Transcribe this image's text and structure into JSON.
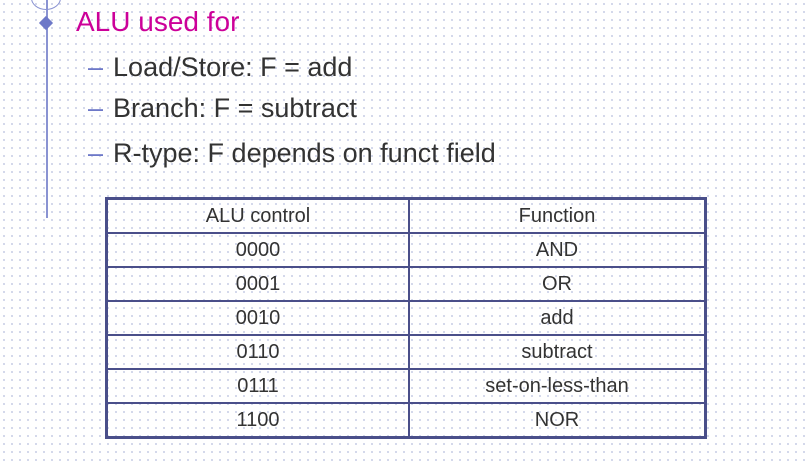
{
  "heading": "ALU used for",
  "bullets": [
    {
      "dash": "–",
      "text": "Load/Store: F = add"
    },
    {
      "dash": "–",
      "text": "Branch: F = subtract"
    },
    {
      "dash": "–",
      "text": "R-type: F depends on funct field"
    }
  ],
  "table": {
    "headers": [
      "ALU control",
      "Function"
    ],
    "rows": [
      [
        "0000",
        "AND"
      ],
      [
        "0001",
        "OR"
      ],
      [
        "0010",
        "add"
      ],
      [
        "0110",
        "subtract"
      ],
      [
        "0111",
        "set-on-less-than"
      ],
      [
        "1100",
        "NOR"
      ]
    ]
  },
  "colors": {
    "heading": "#cc0099",
    "accent": "#6d78c8",
    "table_border": "#4a4f8a",
    "text": "#333333"
  }
}
